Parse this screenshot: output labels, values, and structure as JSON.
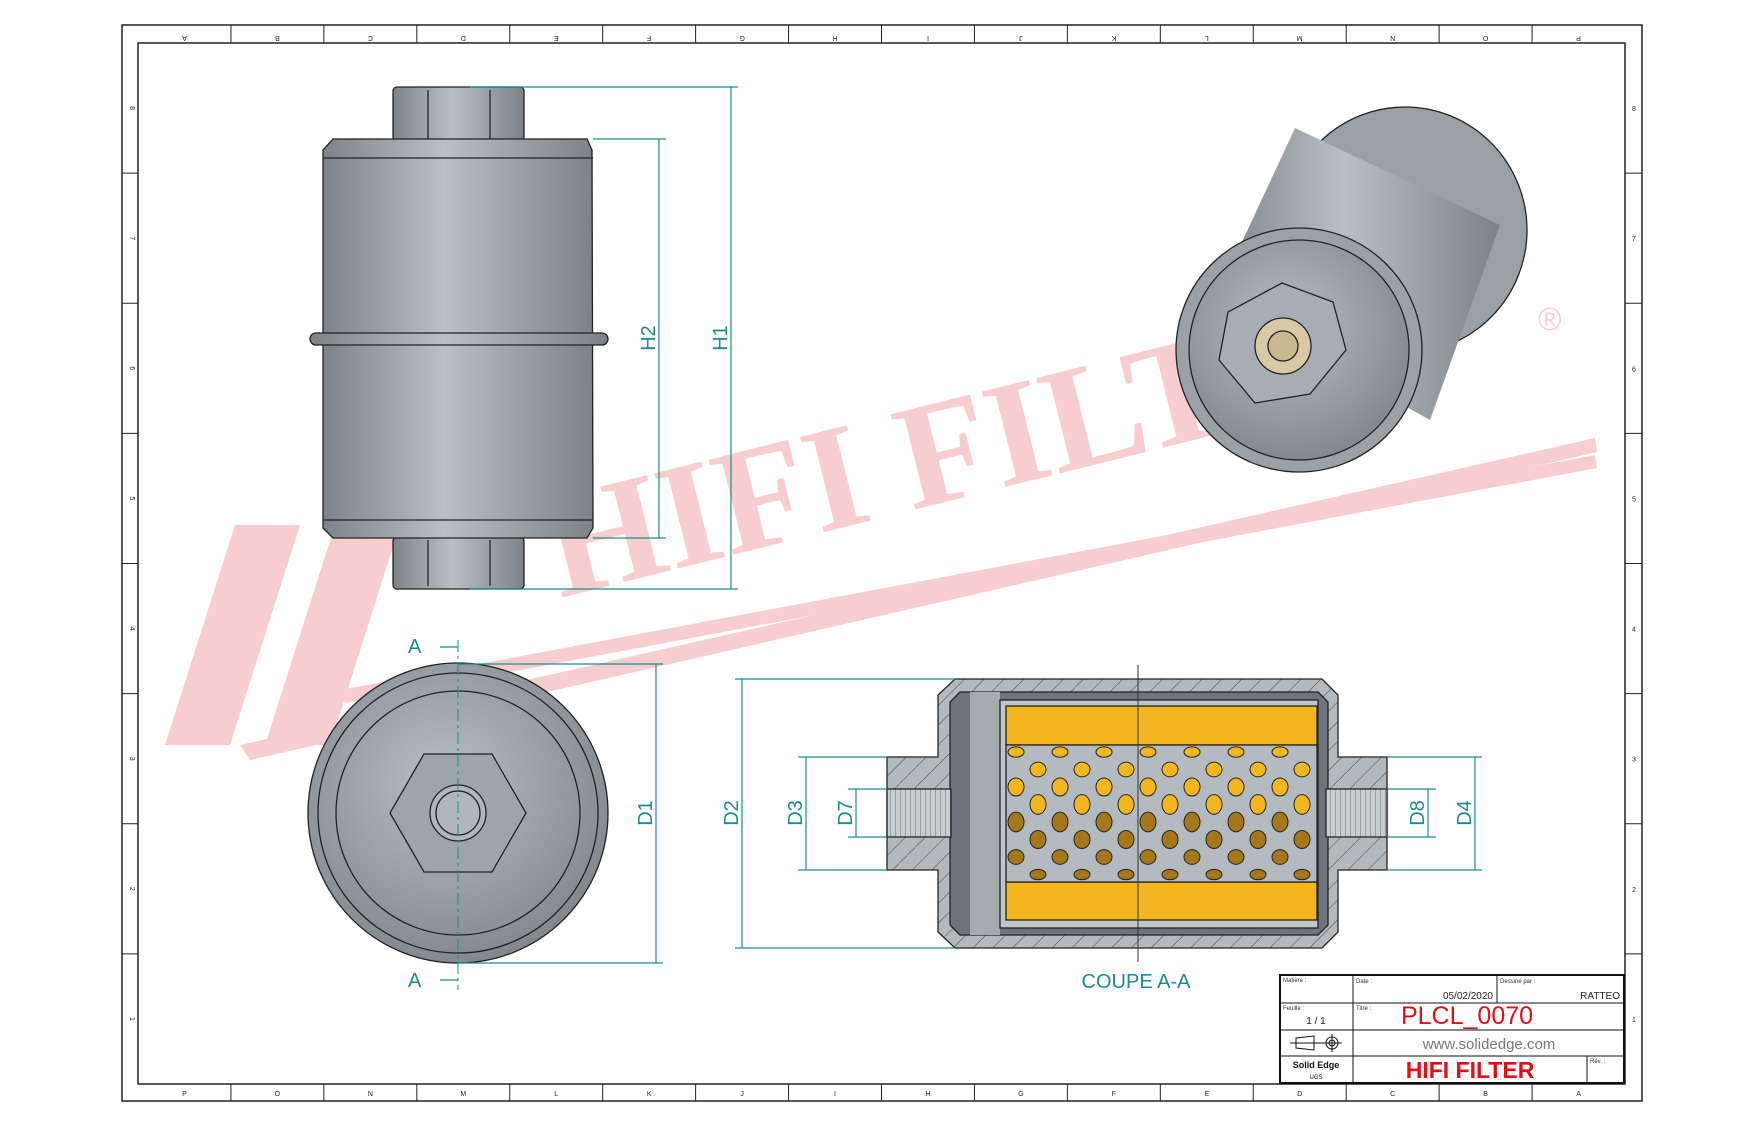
{
  "watermark": {
    "text": "HIFI FILTER",
    "registered": "®",
    "color": "#f8c8cc"
  },
  "views": {
    "front": {
      "dims": [
        "H2",
        "H1"
      ]
    },
    "bottom": {
      "dims": [
        "D1"
      ],
      "section_marks": [
        "A",
        "A"
      ]
    },
    "section": {
      "title": "COUPE A-A",
      "dims": [
        "D2",
        "D3",
        "D7",
        "D8",
        "D4"
      ]
    }
  },
  "border": {
    "columns": [
      "P",
      "O",
      "N",
      "M",
      "L",
      "K",
      "J",
      "I",
      "H",
      "G",
      "F",
      "E",
      "D",
      "C",
      "B",
      "A"
    ],
    "rows": [
      "8",
      "7",
      "6",
      "5",
      "4",
      "3",
      "2",
      "1"
    ]
  },
  "title_block": {
    "material_label": "Matière :",
    "date_label": "Date :",
    "date": "05/02/2020",
    "drawn_by_label": "Dessiné par :",
    "drawn_by": "RATTEO",
    "sheet_label": "Feuille :",
    "sheet": "1 / 1",
    "title_label": "Titre :",
    "title": "PLCL_0070",
    "website": "www.solidedge.com",
    "software": "Solid Edge",
    "software_sub": "UGS",
    "company": "HIFI FILTER",
    "rev_label": "Rév. :"
  },
  "colors": {
    "dimension": "#1f8a8a",
    "title_red": "#e0101a",
    "filter_media": "#f3b61f",
    "metal": "#a9b0b6"
  }
}
